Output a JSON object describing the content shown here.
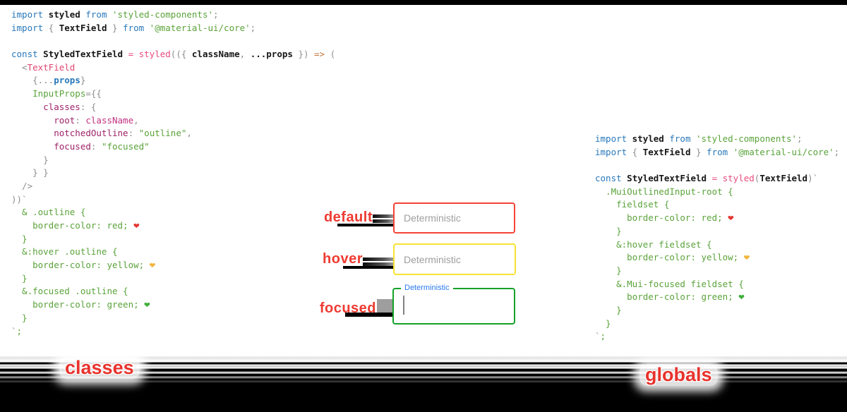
{
  "captions": {
    "default": "default",
    "hover": "hover",
    "focused": "focused"
  },
  "bottom_labels": {
    "left": "classes",
    "right": "globals"
  },
  "fields": {
    "default": {
      "placeholder": "Deterministic",
      "border_color": "#f44336"
    },
    "hover": {
      "placeholder": "Deterministic",
      "border_color": "#f6e332"
    },
    "focused": {
      "label": "Deterministic",
      "border_color": "#16a129",
      "label_color": "#2b7af2"
    }
  },
  "status_colors": {
    "default_heart": "#e53530",
    "hover_heart": "#f2b43c",
    "focused_heart": "#3fae3b"
  },
  "icons": {
    "heart_red": "❤",
    "heart_yellow": "❤",
    "heart_green": "❤",
    "text-caret": "|"
  },
  "code_blocks": {
    "left": {
      "lines": [
        [
          [
            "kw",
            "import"
          ],
          [
            "id",
            " styled "
          ],
          [
            "kw",
            "from"
          ],
          [
            "str",
            " 'styled-components'"
          ],
          [
            "pun",
            ";"
          ]
        ],
        [
          [
            "kw",
            "import"
          ],
          [
            "pun",
            " { "
          ],
          [
            "id",
            "TextField"
          ],
          [
            "pun",
            " } "
          ],
          [
            "kw",
            "from"
          ],
          [
            "str",
            " '@material-ui/core'"
          ],
          [
            "pun",
            ";"
          ]
        ],
        [],
        [
          [
            "kw",
            "const"
          ],
          [
            "id",
            " StyledTextField "
          ],
          [
            "pink",
            "= styled"
          ],
          [
            "pun",
            "(({ "
          ],
          [
            "id",
            "className"
          ],
          [
            "pun",
            ", "
          ],
          [
            "id",
            "...props"
          ],
          [
            "pun",
            " }) "
          ],
          [
            "arr",
            "=>"
          ],
          [
            "pun",
            " ("
          ]
        ],
        [
          [
            "pun",
            "  <"
          ],
          [
            "tag",
            "TextField"
          ]
        ],
        [
          [
            "pun",
            "    {..."
          ],
          [
            "blu",
            "props"
          ],
          [
            "pun",
            "}"
          ]
        ],
        [
          [
            "grn",
            "    InputProps"
          ],
          [
            "pun",
            "={{"
          ]
        ],
        [
          [
            "prop",
            "      classes"
          ],
          [
            "pun",
            ": {"
          ]
        ],
        [
          [
            "prop",
            "        root"
          ],
          [
            "pun",
            ": "
          ],
          [
            "cls",
            "className"
          ],
          [
            "pun",
            ","
          ]
        ],
        [
          [
            "prop",
            "        notchedOutline"
          ],
          [
            "pun",
            ": "
          ],
          [
            "str",
            "\"outline\""
          ],
          [
            "pun",
            ","
          ]
        ],
        [
          [
            "prop",
            "        focused"
          ],
          [
            "pun",
            ": "
          ],
          [
            "str",
            "\"focused\""
          ]
        ],
        [
          [
            "pun",
            "      }"
          ]
        ],
        [
          [
            "pun",
            "    } }"
          ]
        ],
        [
          [
            "pun",
            "  />"
          ]
        ],
        [
          [
            "pun",
            "))`"
          ]
        ],
        [
          [
            "grn",
            "  & .outline {"
          ]
        ],
        [
          [
            "grn",
            "    border-color: red; "
          ],
          [
            "hr",
            "❤"
          ]
        ],
        [
          [
            "grn",
            "  }"
          ]
        ],
        [
          [
            "grn",
            "  &:hover .outline {"
          ]
        ],
        [
          [
            "grn",
            "    border-color: yellow; "
          ],
          [
            "hy",
            "❤"
          ]
        ],
        [
          [
            "grn",
            "  }"
          ]
        ],
        [
          [
            "grn",
            "  &.focused .outline {"
          ]
        ],
        [
          [
            "grn",
            "    border-color: green; "
          ],
          [
            "hg",
            "❤"
          ]
        ],
        [
          [
            "grn",
            "  }"
          ]
        ],
        [
          [
            "pun",
            "`"
          ],
          [
            "grn",
            ";"
          ]
        ]
      ]
    },
    "right": {
      "lines": [
        [
          [
            "kw",
            "import"
          ],
          [
            "id",
            " styled "
          ],
          [
            "kw",
            "from"
          ],
          [
            "str",
            " 'styled-components'"
          ],
          [
            "pun",
            ";"
          ]
        ],
        [
          [
            "kw",
            "import"
          ],
          [
            "pun",
            " { "
          ],
          [
            "id",
            "TextField"
          ],
          [
            "pun",
            " } "
          ],
          [
            "kw",
            "from"
          ],
          [
            "str",
            " '@material-ui/core'"
          ],
          [
            "pun",
            ";"
          ]
        ],
        [],
        [
          [
            "kw",
            "const"
          ],
          [
            "id",
            " StyledTextField "
          ],
          [
            "pink",
            "= styled"
          ],
          [
            "pun",
            "("
          ],
          [
            "id",
            "TextField"
          ],
          [
            "pun",
            ")`"
          ]
        ],
        [
          [
            "grn",
            "  .MuiOutlinedInput-root {"
          ]
        ],
        [
          [
            "grn",
            "    fieldset {"
          ]
        ],
        [
          [
            "grn",
            "      border-color: red; "
          ],
          [
            "hr",
            "❤"
          ]
        ],
        [
          [
            "grn",
            "    }"
          ]
        ],
        [
          [
            "grn",
            "    &:hover fieldset {"
          ]
        ],
        [
          [
            "grn",
            "      border-color: yellow; "
          ],
          [
            "hy",
            "❤"
          ]
        ],
        [
          [
            "grn",
            "    }"
          ]
        ],
        [
          [
            "grn",
            "    &.Mui-focused fieldset {"
          ]
        ],
        [
          [
            "grn",
            "      border-color: green; "
          ],
          [
            "hg",
            "❤"
          ]
        ],
        [
          [
            "grn",
            "    }"
          ]
        ],
        [
          [
            "grn",
            "  }"
          ]
        ],
        [
          [
            "pun",
            "`"
          ],
          [
            "grn",
            ";"
          ]
        ]
      ]
    }
  }
}
